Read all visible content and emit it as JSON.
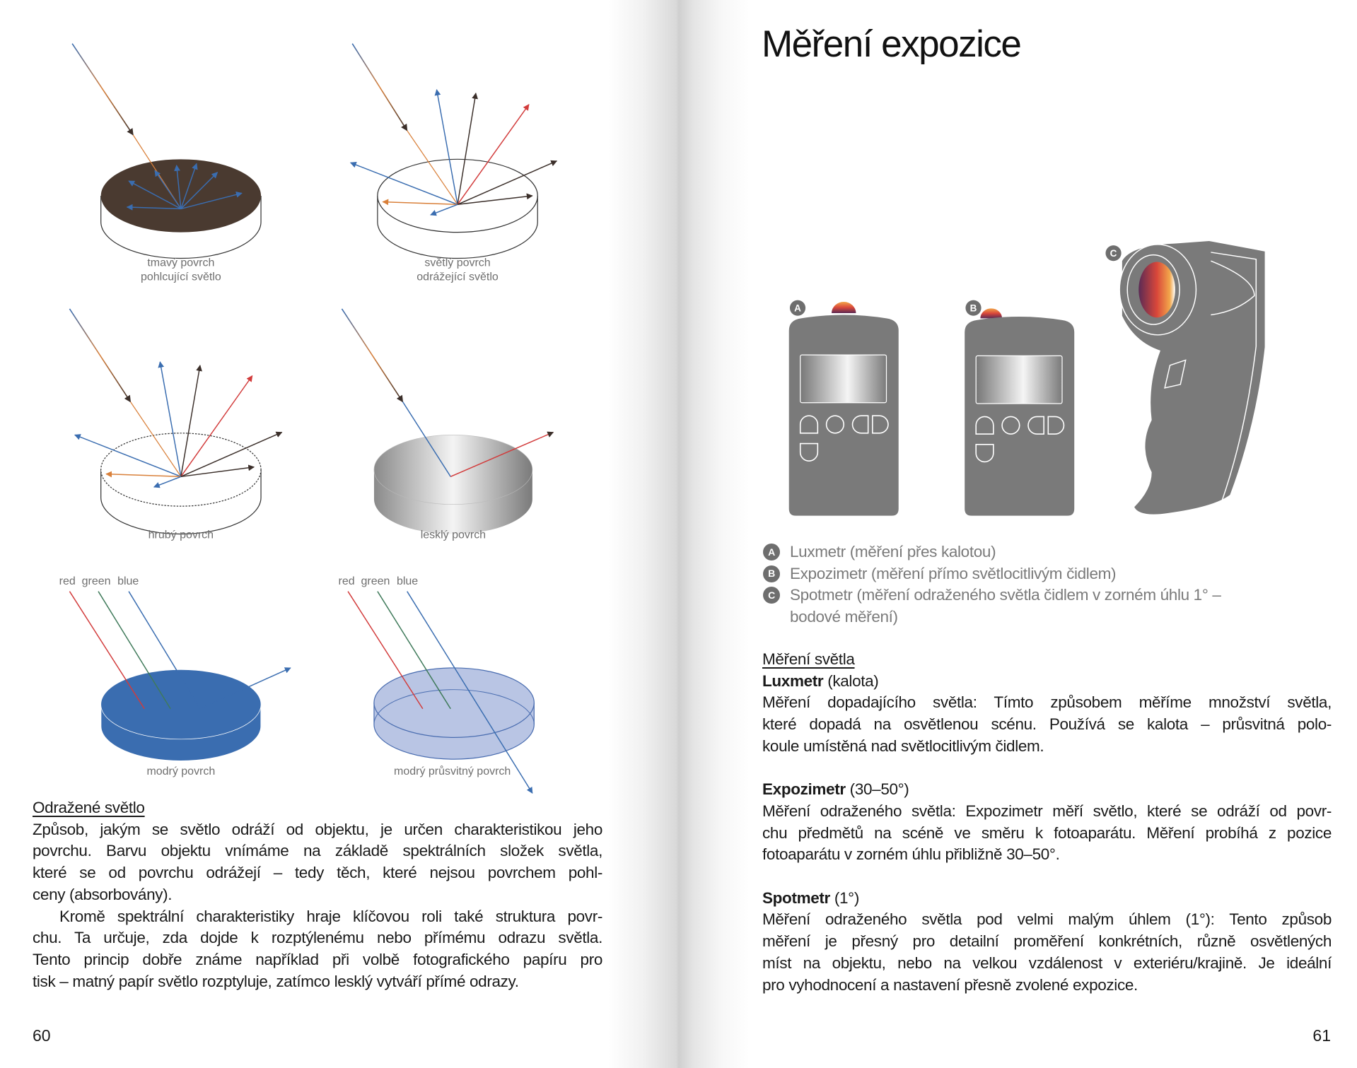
{
  "left_page": {
    "figures": {
      "dark": {
        "label1": "tmavý povrch",
        "label2": "pohlcující světlo"
      },
      "light": {
        "label1": "světlý povrch",
        "label2": "odrážející světlo"
      },
      "rough": {
        "label": "hrubý povrch"
      },
      "glossy": {
        "label": "lesklý povrch"
      },
      "blue": {
        "label": "modrý povrch",
        "rgb": [
          "red",
          "green",
          "blue"
        ]
      },
      "translucent": {
        "label": "modrý průsvitný povrch",
        "rgb": [
          "red",
          "green",
          "blue"
        ]
      }
    },
    "heading": "Odražené světlo",
    "lines": [
      "Způsob, jakým se světlo odráží od objektu, je určen charakteristikou jeho",
      "povrchu. Barvu objektu vnímáme na základě spektrálních složek světla,",
      "které se od povrchu odrážejí – tedy těch, které nejsou povrchem pohl-",
      "ceny (absorbovány).",
      "Kromě spektrální charakteristiky hraje klíčovou roli také struktura povr-",
      "chu. Ta určuje, zda dojde k rozptýlenému nebo přímému odrazu světla.",
      "Tento princip dobře známe například při volbě fotografického papíru pro",
      "tisk – matný papír světlo rozptyluje, zatímco lesklý vytváří přímé odrazy."
    ],
    "page_number": "60"
  },
  "right_page": {
    "title": "Měření expozice",
    "badges": [
      "A",
      "B",
      "C"
    ],
    "legend": [
      {
        "badge": "A",
        "text": "Luxmetr (měření přes kalotou)"
      },
      {
        "badge": "B",
        "text": "Expozimetr (měření přímo světlocitlivým čidlem)"
      },
      {
        "badge": "C",
        "text": "Spotmetr (měření odraženého světla čidlem v zorném úhlu 1° –",
        "text2": "bodové měření)"
      }
    ],
    "section_heading": "Měření světla",
    "sections": [
      {
        "name": "Luxmetr",
        "suffix": " (kalota)",
        "lines": [
          "Měření dopadajícího světla: Tímto způsobem měříme množství světla,",
          "které dopadá na osvětlenou scénu. Používá se kalota – průsvitná polo-",
          "koule umístěná nad světlocitlivým čidlem."
        ]
      },
      {
        "name": "Expozimetr",
        "suffix": " (30–50°)",
        "lines": [
          "Měření odraženého světla: Expozimetr měří světlo, které se odráží od povr-",
          "chu předmětů na scéně ve směru k fotoaparátu. Měření probíhá z pozice",
          "fotoaparátu v zorném úhlu přibližně 30–50°."
        ]
      },
      {
        "name": "Spotmetr",
        "suffix": " (1°)",
        "lines": [
          "Měření odraženého světla pod velmi malým úhlem (1°): Tento způsob",
          "měření je přesný pro detailní proměření konkrétních, různě osvětlených",
          "míst na objektu, nebo na velkou vzdálenost v exteriéru/krajině. Je ideální",
          "pro vyhodnocení a nastavení přesně zvolené expozice."
        ]
      }
    ],
    "page_number": "61"
  },
  "colors": {
    "red": "#d23b3b",
    "green": "#3f7a5a",
    "blue": "#3a6db0",
    "dark": "#4a3a30",
    "meter": "#7a7a7a"
  }
}
